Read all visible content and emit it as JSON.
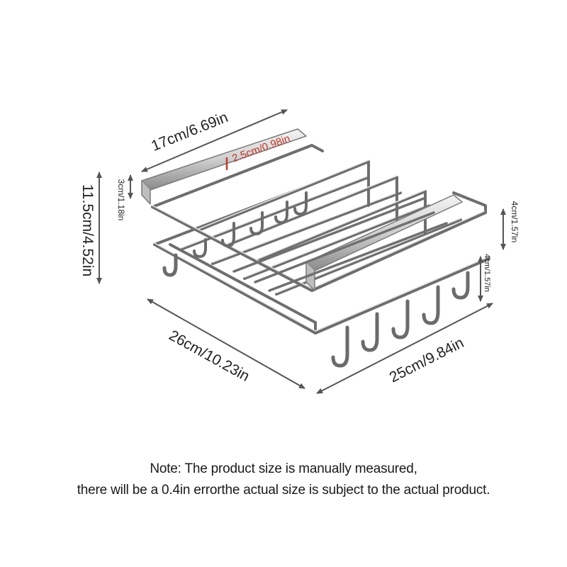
{
  "dimensions": {
    "top_width": "17cm/6.69in",
    "bar_gap": "2.5cm/0.98in",
    "total_height": "11.5cm/4.52in",
    "top_layer_height": "3cm/1.18in",
    "right_upper_height": "4cm/1.57in",
    "right_lower_height": "4cm/1.57in",
    "front_length": "26cm/10.23in",
    "side_length": "25cm/9.84in"
  },
  "note": {
    "line1": "Note: The product size is manually measured,",
    "line2": "there will be a 0.4in errorthe actual size is subject to the actual product."
  },
  "colors": {
    "arrow": "#555555",
    "rack_dark": "#6e6e6e",
    "rack_light": "#e6e6e6",
    "highlight": "#c0392b"
  }
}
